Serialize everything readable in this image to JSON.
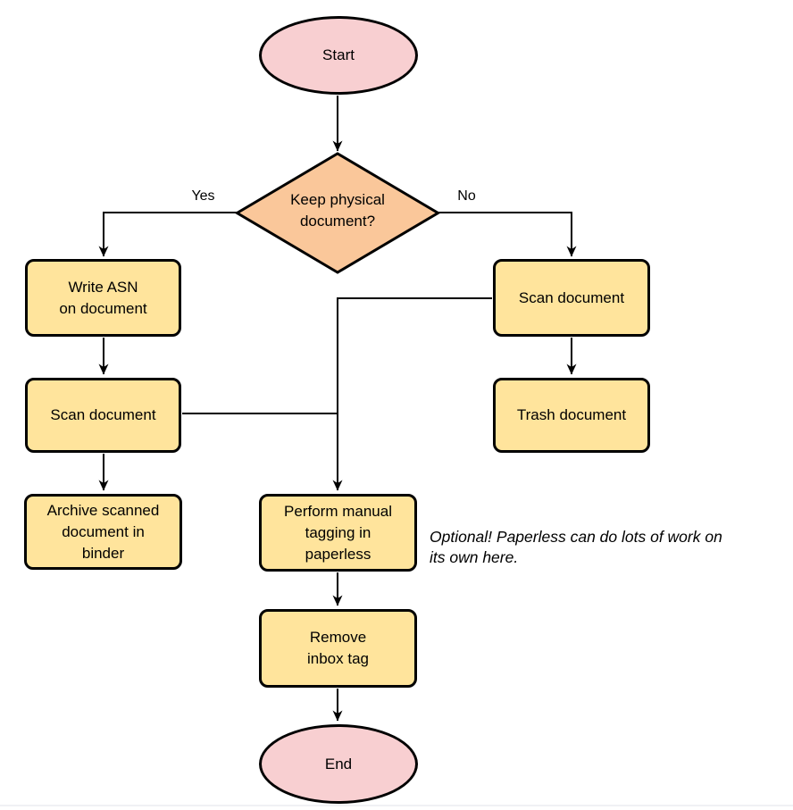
{
  "colors": {
    "terminal_fill": "#f8cfd1",
    "decision_fill": "#fac79a",
    "process_fill": "#ffe49c",
    "stroke": "#000000"
  },
  "nodes": {
    "start": "Start",
    "decision": "Keep physical\ndocument?",
    "write_asn": "Write ASN\non document",
    "scan_left": "Scan document",
    "archive": "Archive scanned\ndocument in\nbinder",
    "scan_right": "Scan document",
    "trash": "Trash document",
    "tagging": "Perform manual\ntagging in\npaperless",
    "remove_inbox": "Remove\ninbox tag",
    "end": "End"
  },
  "edge_labels": {
    "yes": "Yes",
    "no": "No"
  },
  "note": "Optional! Paperless can do lots of work on\nits own here."
}
